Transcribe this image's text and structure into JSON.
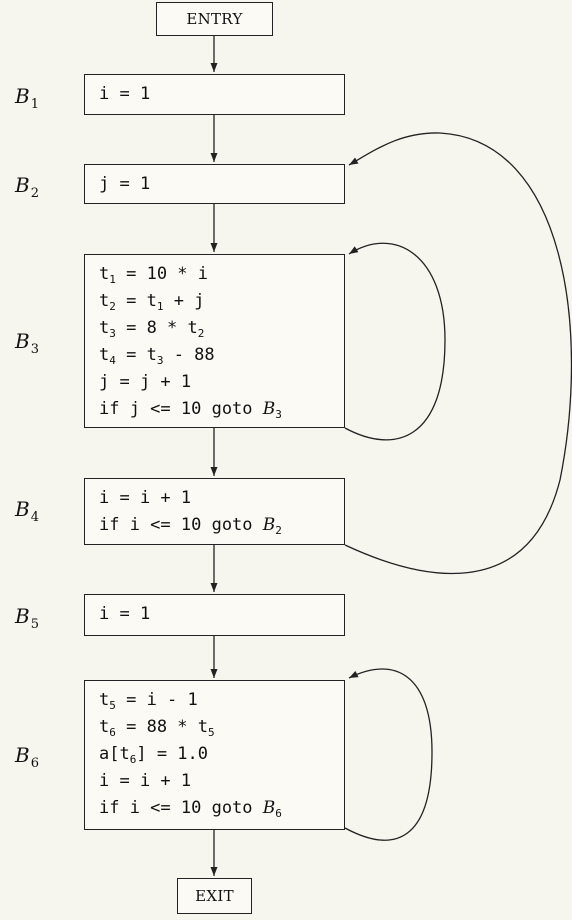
{
  "entry_label": "ENTRY",
  "exit_label": "EXIT",
  "blocks": [
    {
      "name": "B",
      "index": "1",
      "lines": [
        [
          {
            "t": "i = 1"
          }
        ]
      ]
    },
    {
      "name": "B",
      "index": "2",
      "lines": [
        [
          {
            "t": "j = 1"
          }
        ]
      ]
    },
    {
      "name": "B",
      "index": "3",
      "lines": [
        [
          {
            "t": "t"
          },
          {
            "sub": "1"
          },
          {
            "t": " = 10 * i"
          }
        ],
        [
          {
            "t": "t"
          },
          {
            "sub": "2"
          },
          {
            "t": " = t"
          },
          {
            "sub": "1"
          },
          {
            "t": " + j"
          }
        ],
        [
          {
            "t": "t"
          },
          {
            "sub": "3"
          },
          {
            "t": " = 8 * t"
          },
          {
            "sub": "2"
          }
        ],
        [
          {
            "t": "t"
          },
          {
            "sub": "4"
          },
          {
            "t": " = t"
          },
          {
            "sub": "3"
          },
          {
            "t": " - 88"
          }
        ],
        [
          {
            "t": "j = j + 1"
          }
        ],
        [
          {
            "t": "if j <= 10 goto "
          },
          {
            "target": "B"
          },
          {
            "tsub": "3"
          }
        ]
      ]
    },
    {
      "name": "B",
      "index": "4",
      "lines": [
        [
          {
            "t": "i = i + 1"
          }
        ],
        [
          {
            "t": "if i <= 10 goto "
          },
          {
            "target": "B"
          },
          {
            "tsub": "2"
          }
        ]
      ]
    },
    {
      "name": "B",
      "index": "5",
      "lines": [
        [
          {
            "t": "i = 1"
          }
        ]
      ]
    },
    {
      "name": "B",
      "index": "6",
      "lines": [
        [
          {
            "t": "t"
          },
          {
            "sub": "5"
          },
          {
            "t": " = i - 1"
          }
        ],
        [
          {
            "t": "t"
          },
          {
            "sub": "6"
          },
          {
            "t": " = 88 * t"
          },
          {
            "sub": "5"
          }
        ],
        [
          {
            "t": "a[t"
          },
          {
            "sub": "6"
          },
          {
            "t": "] = 1.0"
          }
        ],
        [
          {
            "t": "i = i + 1"
          }
        ],
        [
          {
            "t": "if i <= 10 goto "
          },
          {
            "target": "B"
          },
          {
            "tsub": "6"
          }
        ]
      ]
    }
  ]
}
